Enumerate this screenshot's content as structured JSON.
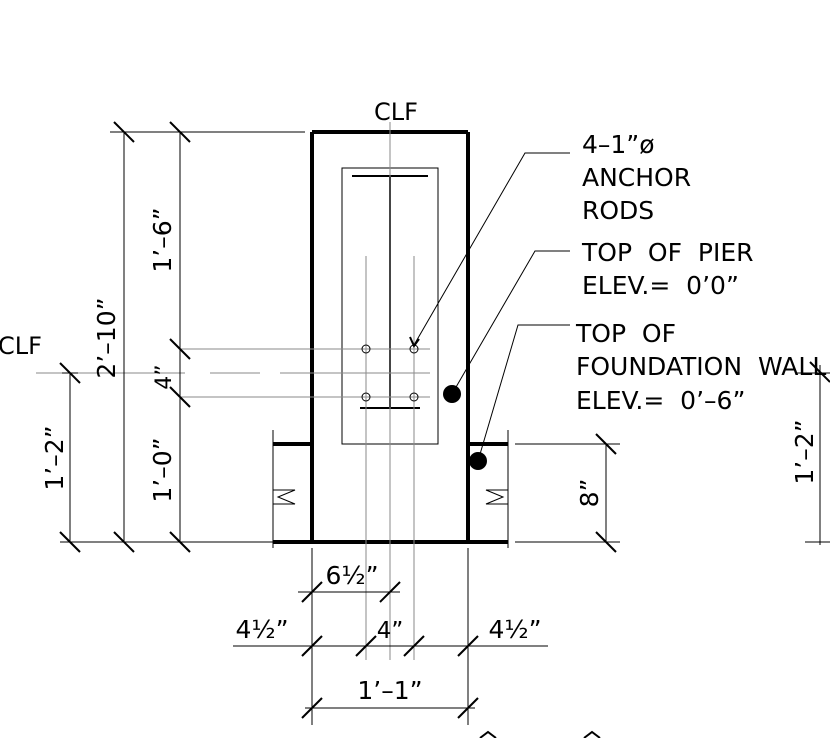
{
  "labels": {
    "clf_top": "CLF",
    "clf_left": "CLF",
    "anchor_rods": [
      "4–1”ø",
      "ANCHOR",
      "RODS"
    ],
    "top_of_pier": [
      "TOP  OF  PIER",
      "ELEV.=  0’0”"
    ],
    "top_of_foundation": [
      "TOP  OF",
      "FOUNDATION  WALL",
      "ELEV.=  0’–6”"
    ]
  },
  "dimensions": {
    "overall_height": "2’–10”",
    "upper_height": "1’–6”",
    "bolt_spacing_vertical": "4”",
    "lower_height": "1’–0”",
    "left_height": "1’–2”",
    "right_height": "1’–2”",
    "wall_height": "8”",
    "half_offset": "6½”",
    "left_edge": "4½”",
    "bolt_spacing_horizontal": "4”",
    "right_edge": "4½”",
    "overall_width": "1’–1”"
  }
}
